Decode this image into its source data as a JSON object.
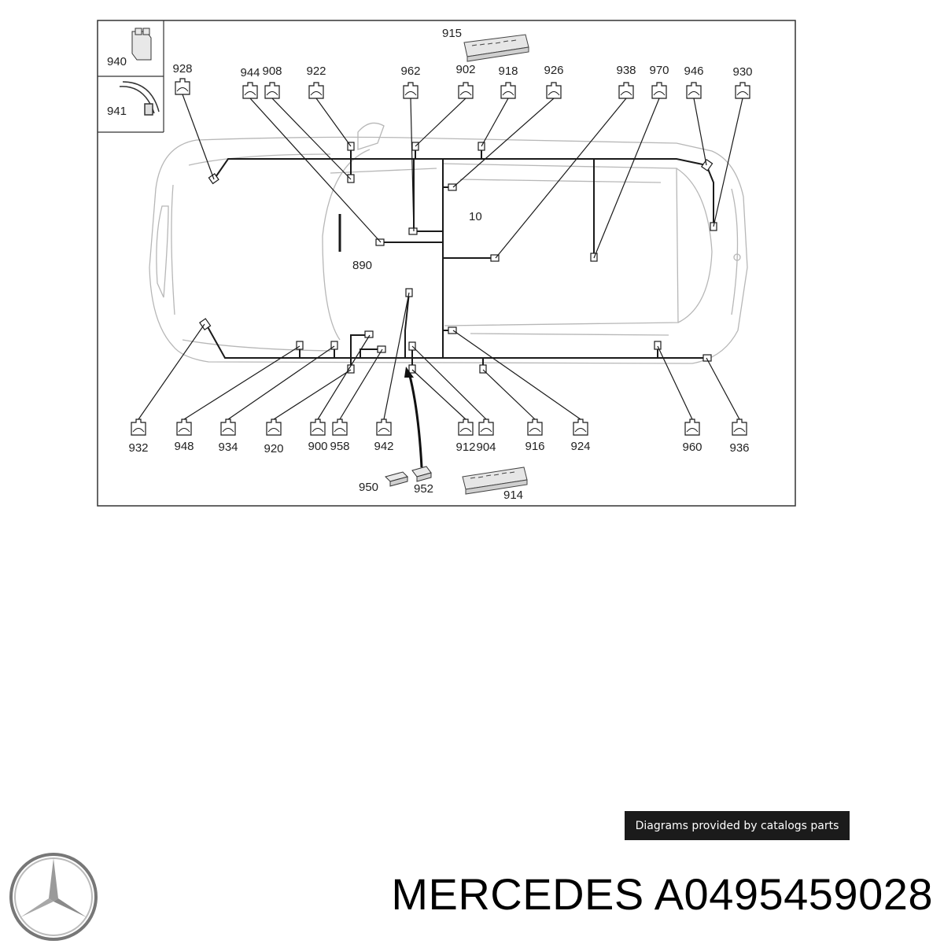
{
  "diagram": {
    "harness_label": "10",
    "antenna_label": "890",
    "inset_parts": [
      "940",
      "941"
    ],
    "top_connectors": [
      "928",
      "944",
      "908",
      "922",
      "962",
      "902",
      "918",
      "926",
      "938",
      "970",
      "946",
      "930"
    ],
    "bottom_connectors": [
      "932",
      "948",
      "934",
      "920",
      "900",
      "958",
      "942",
      "912",
      "904",
      "916",
      "924",
      "960",
      "936"
    ],
    "fuse_blocks": [
      "915",
      "914"
    ],
    "relays": [
      "950",
      "952"
    ]
  },
  "credit": {
    "text": "Diagrams provided by catalogs parts"
  },
  "brand": {
    "name": "MERCEDES",
    "part_number": "A0495459028"
  }
}
